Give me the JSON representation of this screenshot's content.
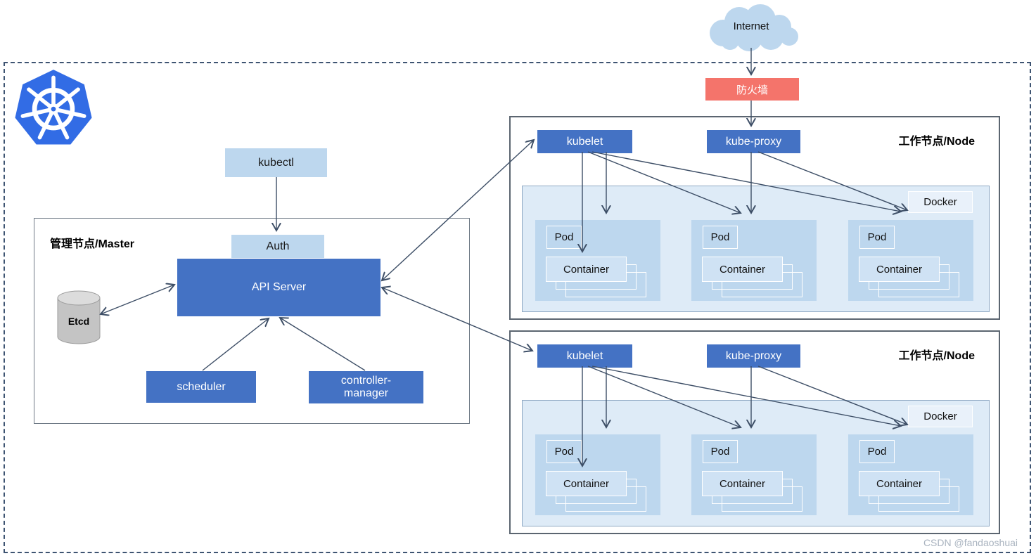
{
  "internet": {
    "label": "Internet"
  },
  "firewall": {
    "label": "防火墙"
  },
  "master": {
    "title": "管理节点/Master",
    "kubectl_label": "kubectl",
    "auth_label": "Auth",
    "api_server_label": "API Server",
    "etcd_label": "Etcd",
    "scheduler_label": "scheduler",
    "controller_manager_label": "controller-\nmanager"
  },
  "nodes": [
    {
      "title": "工作节点/Node",
      "kubelet_label": "kubelet",
      "kube_proxy_label": "kube-proxy",
      "docker_label": "Docker",
      "pods": [
        {
          "label": "Pod",
          "container_label": "Container"
        },
        {
          "label": "Pod",
          "container_label": "Container"
        },
        {
          "label": "Pod",
          "container_label": "Container"
        }
      ]
    },
    {
      "title": "工作节点/Node",
      "kubelet_label": "kubelet",
      "kube_proxy_label": "kube-proxy",
      "docker_label": "Docker",
      "pods": [
        {
          "label": "Pod",
          "container_label": "Container"
        },
        {
          "label": "Pod",
          "container_label": "Container"
        },
        {
          "label": "Pod",
          "container_label": "Container"
        }
      ]
    }
  ],
  "watermark": "CSDN @fandaoshuai",
  "icons": {
    "kubernetes_logo": "kubernetes-helm-wheel",
    "internet_cloud": "cloud",
    "etcd": "database-cylinder"
  },
  "colors": {
    "accent_dark_blue": "#4472C4",
    "accent_light_blue": "#BDD7EE",
    "docker_area_blue": "#DEEBF7",
    "pod_blue": "#BDD7EE",
    "firewall_red": "#F4746B",
    "arrow": "#3D4E66",
    "k8s_logo_blue": "#326CE5",
    "border_gray": "#5B6570"
  }
}
